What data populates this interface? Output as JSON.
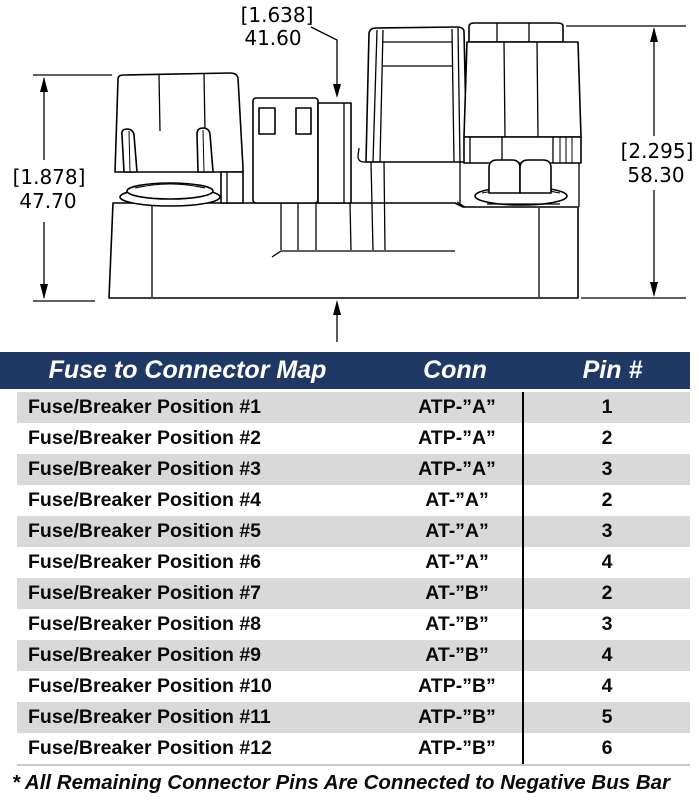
{
  "drawing": {
    "dimensions": {
      "top": {
        "inches": "[1.638]",
        "mm": "41.60"
      },
      "left": {
        "inches": "[1.878]",
        "mm": "47.70"
      },
      "right": {
        "inches": "[2.295]",
        "mm": "58.30"
      }
    }
  },
  "table": {
    "headers": [
      "Fuse to Connector Map",
      "Conn",
      "Pin #"
    ],
    "rows": [
      {
        "position": "Fuse/Breaker Position #1",
        "conn": "ATP-”A”",
        "pin": "1"
      },
      {
        "position": "Fuse/Breaker Position #2",
        "conn": "ATP-”A”",
        "pin": "2"
      },
      {
        "position": "Fuse/Breaker Position #3",
        "conn": "ATP-”A”",
        "pin": "3"
      },
      {
        "position": "Fuse/Breaker Position #4",
        "conn": "AT-”A”",
        "pin": "2"
      },
      {
        "position": "Fuse/Breaker Position #5",
        "conn": "AT-”A”",
        "pin": "3"
      },
      {
        "position": "Fuse/Breaker Position #6",
        "conn": "AT-”A”",
        "pin": "4"
      },
      {
        "position": "Fuse/Breaker Position #7",
        "conn": "AT-”B”",
        "pin": "2"
      },
      {
        "position": "Fuse/Breaker Position #8",
        "conn": "AT-”B”",
        "pin": "3"
      },
      {
        "position": "Fuse/Breaker Position #9",
        "conn": "AT-”B”",
        "pin": "4"
      },
      {
        "position": "Fuse/Breaker Position #10",
        "conn": "ATP-”B”",
        "pin": "4"
      },
      {
        "position": "Fuse/Breaker Position #11",
        "conn": "ATP-”B”",
        "pin": "5"
      },
      {
        "position": "Fuse/Breaker Position #12",
        "conn": "ATP-”B”",
        "pin": "6"
      }
    ]
  },
  "footnote": "* All Remaining Connector Pins Are Connected to Negative Bus Bar",
  "colors": {
    "header_bg": "#1F3864",
    "header_text": "#FFFFFF",
    "row_alt_bg": "#D9D9D9",
    "row_bg": "#FFFFFF",
    "divider": "#000000",
    "line": "#000000"
  }
}
